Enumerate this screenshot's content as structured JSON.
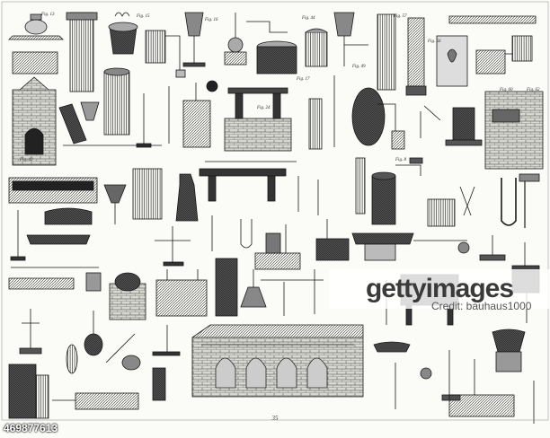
{
  "plate": {
    "number": "35",
    "figure_labels": [
      "Fig. 13",
      "Fig. 15",
      "Fig. 16",
      "Fig. 44",
      "Fig. 49",
      "Fig. 57",
      "Fig. 62",
      "Fig. 8",
      "Fig. 24",
      "Fig. 56",
      "Fig. 60",
      "Fig. 17",
      "Fig. 42"
    ]
  },
  "watermark": {
    "logo": "gettyimages",
    "credit": "Credit: bauhaus1000"
  },
  "image_id": "469877613",
  "colors": {
    "ink": "#1a1a1a",
    "paper": "#fbfbf8",
    "hatch": "#555555"
  }
}
